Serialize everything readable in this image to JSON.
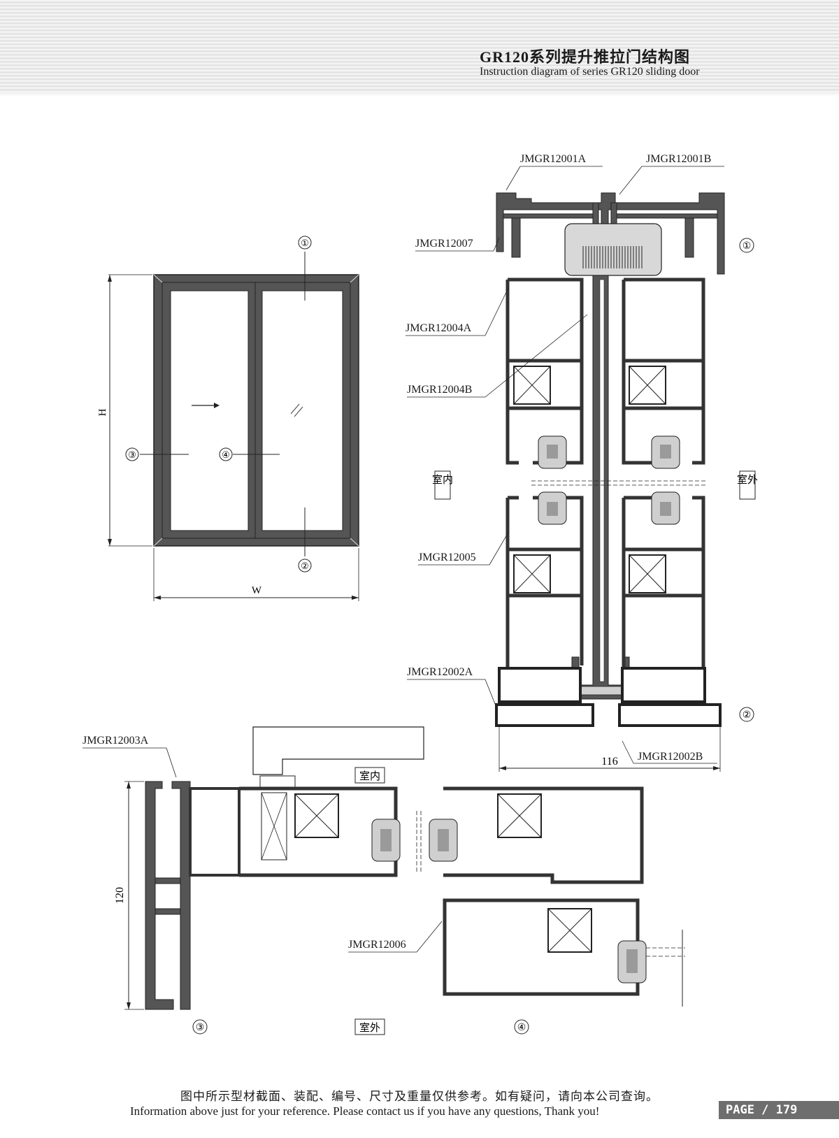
{
  "header": {
    "title_zh": "GR120系列提升推拉门结构图",
    "title_en": "Instruction diagram of series GR120 sliding door"
  },
  "elevation": {
    "dim_height": "H",
    "dim_width": "W",
    "markers": [
      "①",
      "②",
      "③",
      "④"
    ]
  },
  "vertical_section": {
    "parts": {
      "top_frame_in": "JMGR12001A",
      "top_frame_out": "JMGR12001B",
      "cover": "JMGR12007",
      "sash_a": "JMGR12004A",
      "sash_b": "JMGR12004B",
      "sash_bottom": "JMGR12005",
      "bottom_frame_in": "JMGR12002A",
      "bottom_frame_out": "JMGR12002B"
    },
    "dim_depth": "116",
    "side_inside": "室内",
    "side_outside": "室外",
    "marker_top": "①",
    "marker_bottom": "②"
  },
  "horizontal_section": {
    "parts": {
      "jamb": "JMGR12003A",
      "interlock": "JMGR12006"
    },
    "dim_depth": "120",
    "side_inside": "室内",
    "side_outside": "室外",
    "marker_left": "③",
    "marker_right": "④"
  },
  "footer": {
    "note_zh": "图中所示型材截面、装配、编号、尺寸及重量仅供参考。如有疑问，请向本公司查询。",
    "note_en": "Information above just for your reference. Please contact us if you have any questions, Thank you!",
    "page_label": "PAGE / 179"
  },
  "colors": {
    "profile_fill": "#555555",
    "line": "#222222",
    "badge": "#6e6e6e"
  }
}
